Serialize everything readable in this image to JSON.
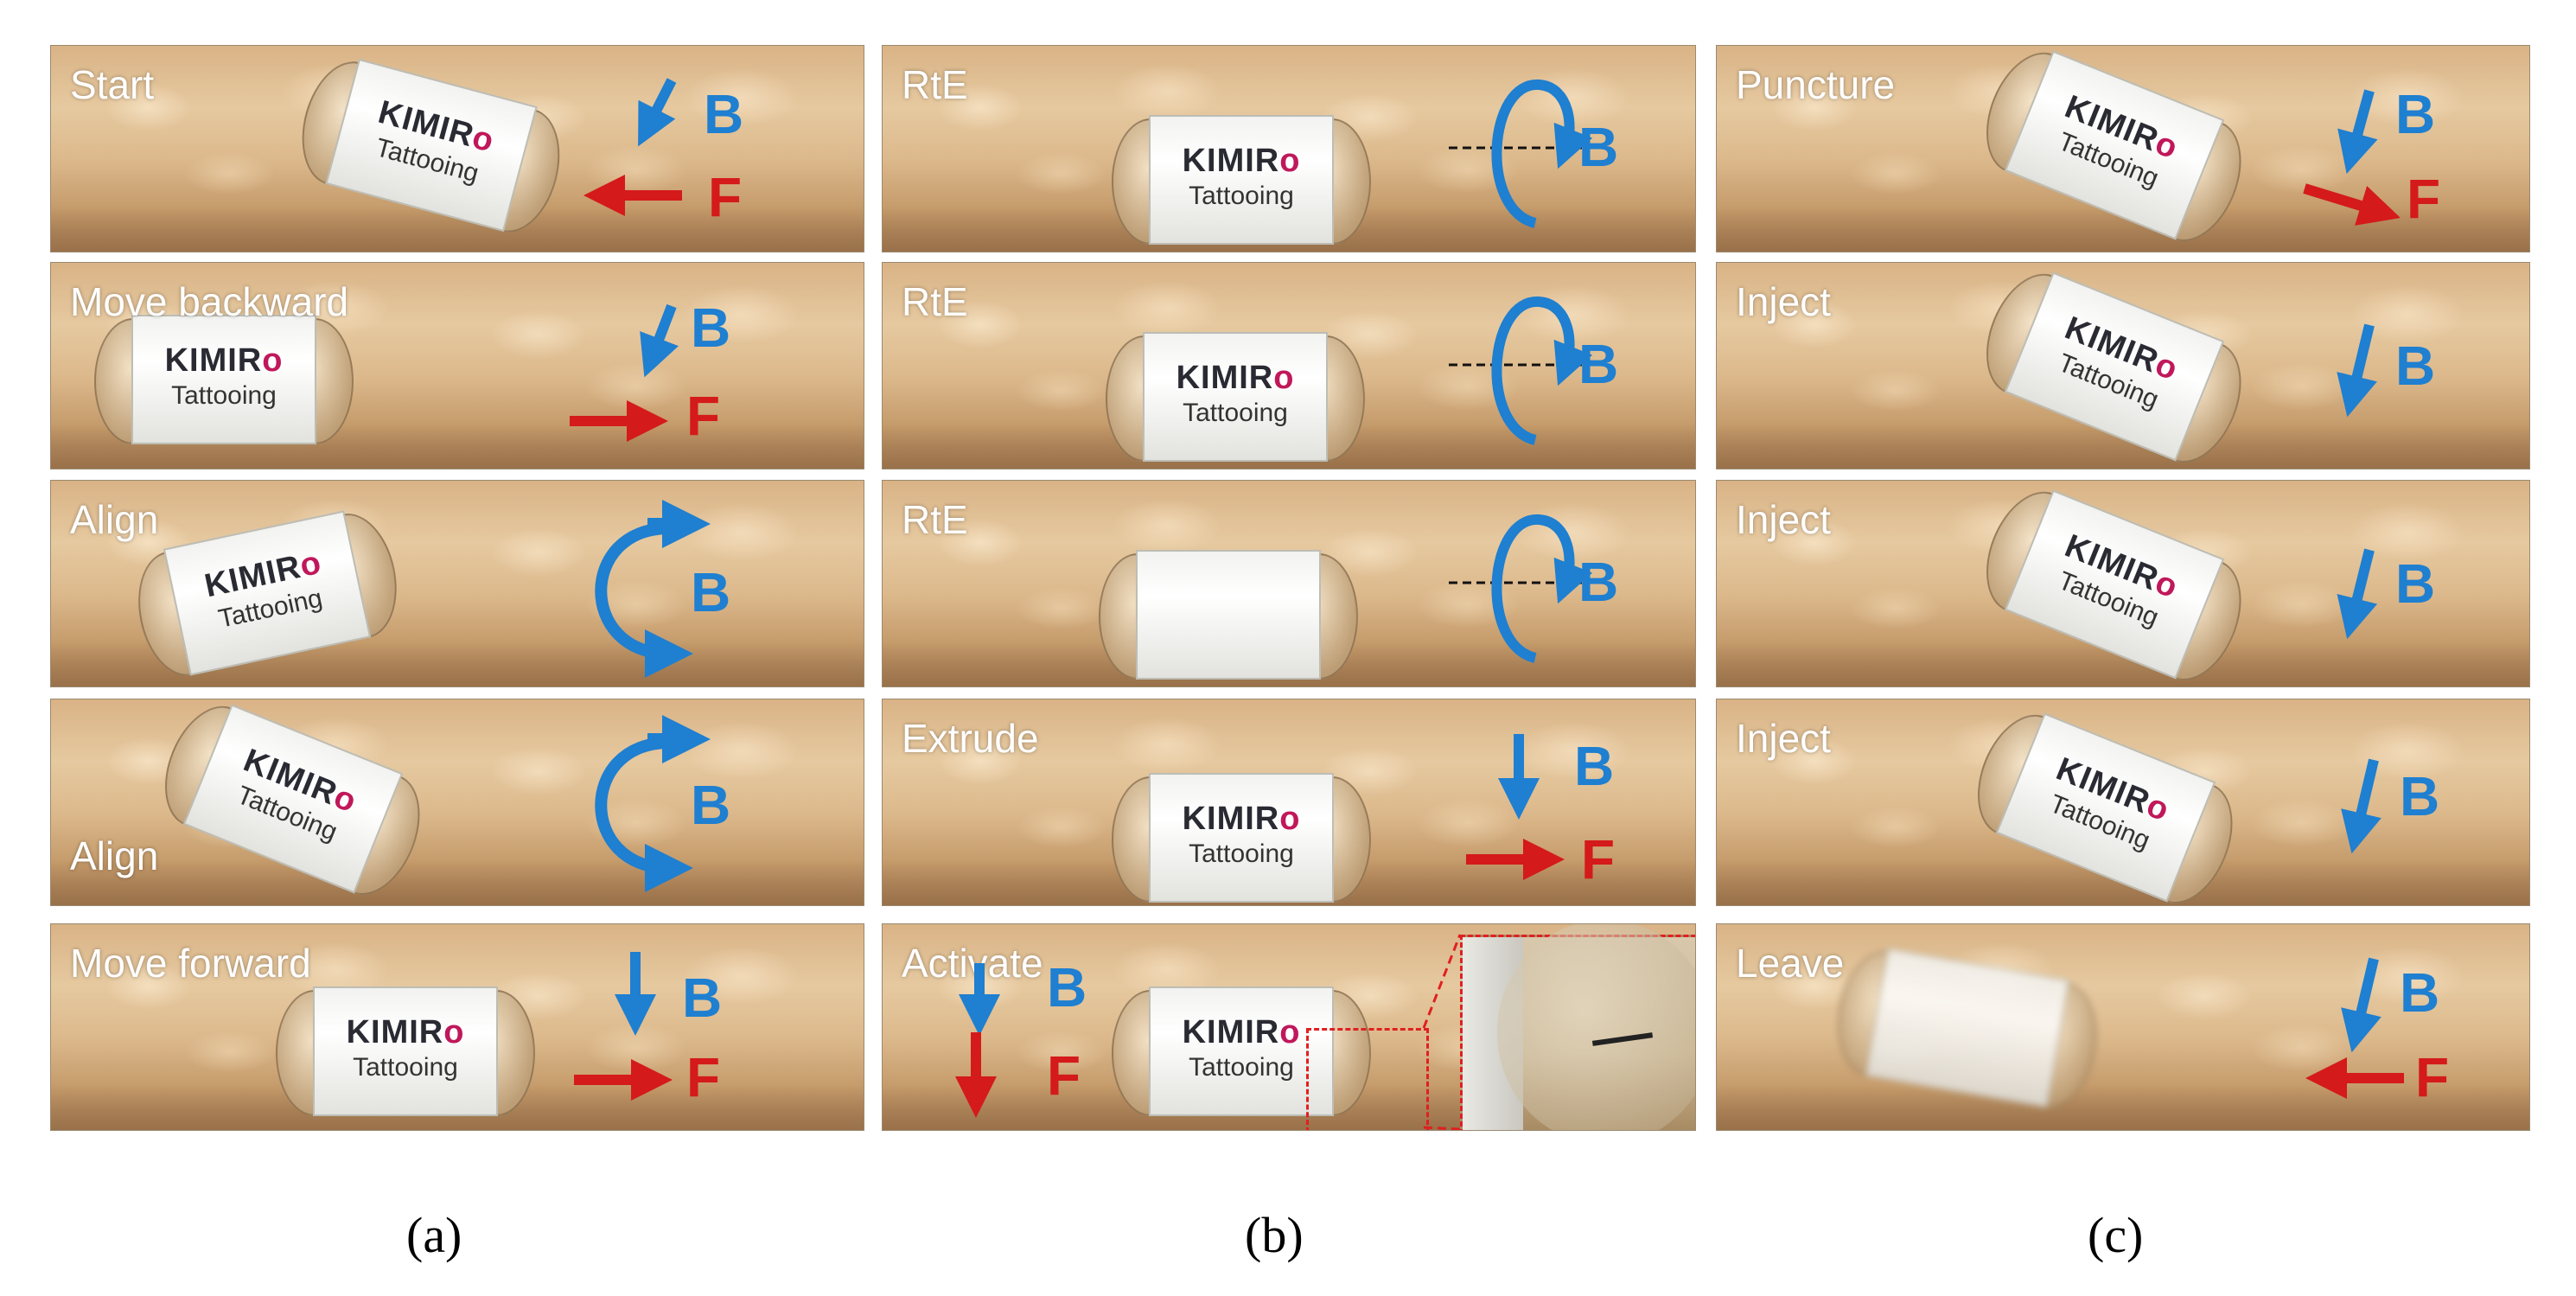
{
  "panels": {
    "a": [
      {
        "label": "Start",
        "b": "B",
        "f": "F"
      },
      {
        "label": "Move backward",
        "b": "B",
        "f": "F"
      },
      {
        "label": "Align",
        "b": "B"
      },
      {
        "label": "Align",
        "b": "B"
      },
      {
        "label": "Move forward",
        "b": "B",
        "f": "F"
      }
    ],
    "b": [
      {
        "label": "RtE",
        "b": "B"
      },
      {
        "label": "RtE",
        "b": "B"
      },
      {
        "label": "RtE",
        "b": "B"
      },
      {
        "label": "Extrude",
        "b": "B",
        "f": "F"
      },
      {
        "label": "Activate",
        "b": "B",
        "f": "F"
      }
    ],
    "c": [
      {
        "label": "Puncture",
        "b": "B",
        "f": "F"
      },
      {
        "label": "Inject",
        "b": "B"
      },
      {
        "label": "Inject",
        "b": "B"
      },
      {
        "label": "Inject",
        "b": "B"
      },
      {
        "label": "Leave",
        "b": "B",
        "f": "F"
      }
    ]
  },
  "capsule": {
    "brand": "KIMIR",
    "brand_o": "o",
    "sub": "Tattooing"
  },
  "captions": {
    "a": "(a)",
    "b": "(b)",
    "c": "(c)"
  },
  "colors": {
    "field_arrow": "#1f7fd0",
    "force_arrow": "#d41a1a",
    "inset_border": "#e02020"
  }
}
